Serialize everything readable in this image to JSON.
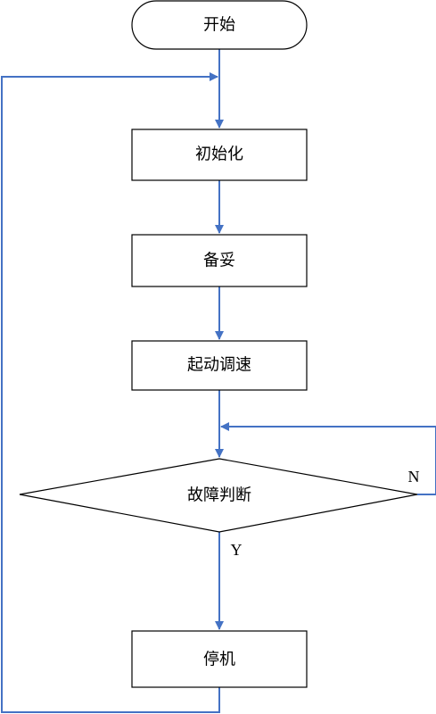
{
  "colors": {
    "connector": "#4472C4",
    "shape_stroke": "#000000",
    "shape_fill": "#FFFFFF",
    "text": "#000000"
  },
  "nodes": {
    "start": "开始",
    "init": "初始化",
    "standby": "备妥",
    "startup_speed": "起动调速",
    "fault_check": "故障判断",
    "shutdown": "停机"
  },
  "branches": {
    "yes": "Y",
    "no": "N"
  }
}
